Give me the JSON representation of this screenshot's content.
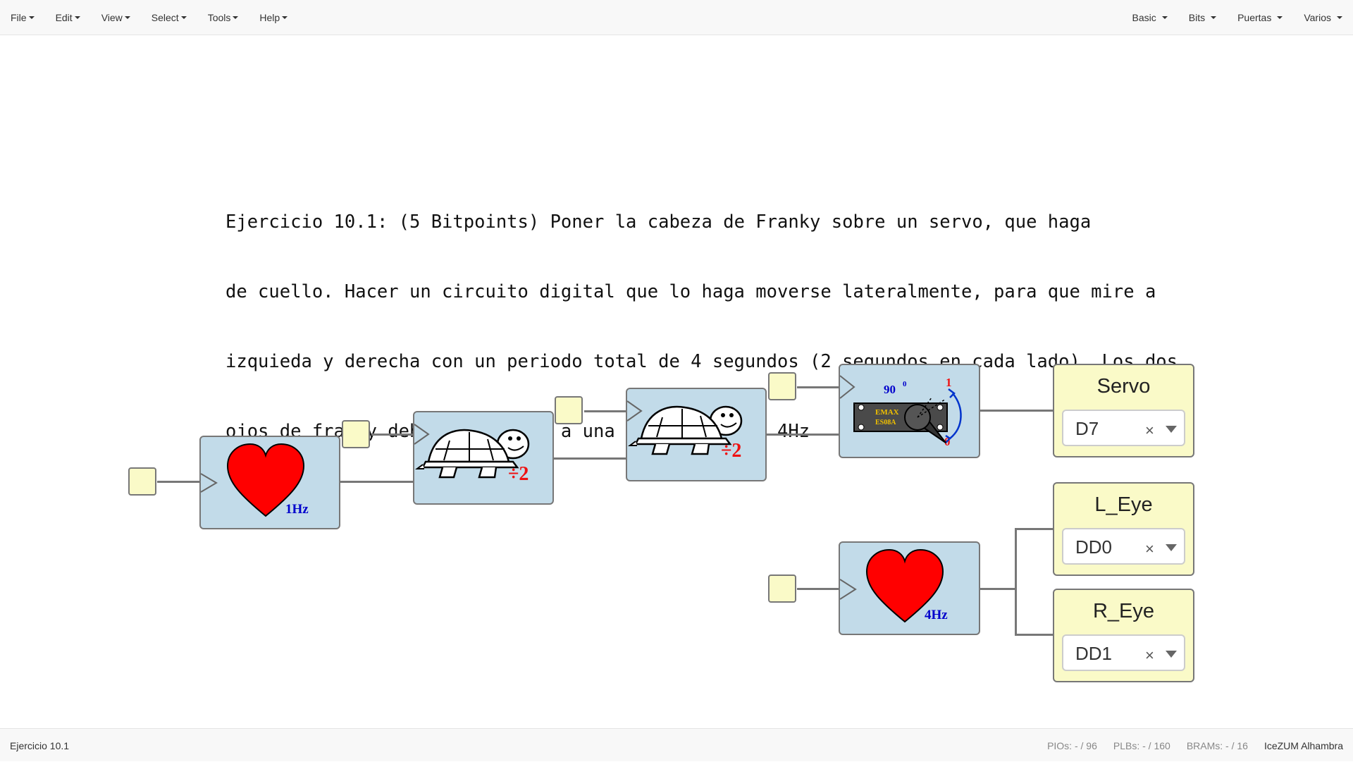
{
  "menubar": {
    "left": [
      {
        "label": "File"
      },
      {
        "label": "Edit"
      },
      {
        "label": "View"
      },
      {
        "label": "Select"
      },
      {
        "label": "Tools"
      },
      {
        "label": "Help"
      }
    ],
    "right": [
      {
        "label": "Basic"
      },
      {
        "label": "Bits"
      },
      {
        "label": "Puertas"
      },
      {
        "label": "Varios"
      }
    ]
  },
  "info": {
    "title": "Ejercicio 10.1",
    "line1_rest": ": (5 Bitpoints) Poner la cabeza de Franky sobre un servo, que haga",
    "line2": "de cuello. Hacer un circuito digital que lo haga moverse lateralmente, para que mire a",
    "line3": "izquieda y derecha con un periodo total de 4 segundos (2 segundos en cada lado). Los dos",
    "line4": "ojos de franky deben parpadear a una frecuencia de 4Hz"
  },
  "blocks": {
    "heart1_freq": "1Hz",
    "heart2_freq": "4Hz",
    "divider1_label": "÷2",
    "divider2_label": "÷2",
    "servo_icon": {
      "angle_label": "90",
      "degree": "0",
      "max": "1",
      "min": "0",
      "brand": "EMAX",
      "model": "ES08A"
    }
  },
  "outputs": [
    {
      "name": "Servo",
      "value": "D7"
    },
    {
      "name": "L_Eye",
      "value": "DD0"
    },
    {
      "name": "R_Eye",
      "value": "DD1"
    }
  ],
  "icons": {
    "clear": "×",
    "heart": "heart-icon",
    "turtle": "turtle-icon",
    "servo": "servo-icon",
    "dropdown": "triangle-down-icon"
  },
  "colors": {
    "block_bg": "#c2dbe9",
    "pin_bg": "#fafac8",
    "heart": "#ff0000",
    "freq_label": "#0000cc",
    "divider_label": "#ee1111"
  },
  "statusbar": {
    "project": "Ejercicio 10.1",
    "pios": "PIOs:  - / 96",
    "plbs": "PLBs:  - / 160",
    "brams": "BRAMs:  - / 16",
    "board": "IceZUM Alhambra"
  }
}
